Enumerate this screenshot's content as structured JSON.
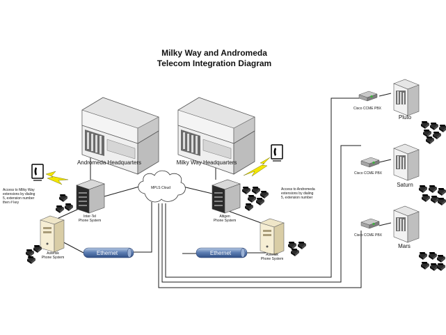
{
  "title_line1": "Milky Way and Andromeda",
  "title_line2": "Telecom Integration Diagram",
  "sites": {
    "andromeda_hq": "Andromeda Headquarters",
    "milkyway_hq": "Milky Way Headquarters",
    "pluto": "Pluto",
    "saturn": "Saturn",
    "mars": "Mars"
  },
  "pbx": {
    "intertel_line1": "Inter-Tel",
    "intertel_line2": "Phone System",
    "altigen_line1": "Altigen",
    "altigen_line2": "Phone System",
    "asterisk_left_line1": "Asterisk",
    "asterisk_left_line2": "Phone System",
    "asterisk_right_line1": "Asterisk",
    "asterisk_right_line2": "Phone System",
    "cisco_pluto": "Cisco CCME PBX",
    "cisco_saturn": "Cisco CCME PBX",
    "cisco_mars": "Cisco CCME PBX"
  },
  "network": {
    "mpls_cloud": "MPLS Cloud",
    "ethernet_left": "Ethernet",
    "ethernet_right": "Ethernet"
  },
  "notes": {
    "left": [
      "Access to Milky Way",
      "extensions by dialing",
      "5, extension number",
      "then # key"
    ],
    "right": [
      "Access to Andromeda",
      "extensions by dialing",
      "5, extension number"
    ]
  }
}
